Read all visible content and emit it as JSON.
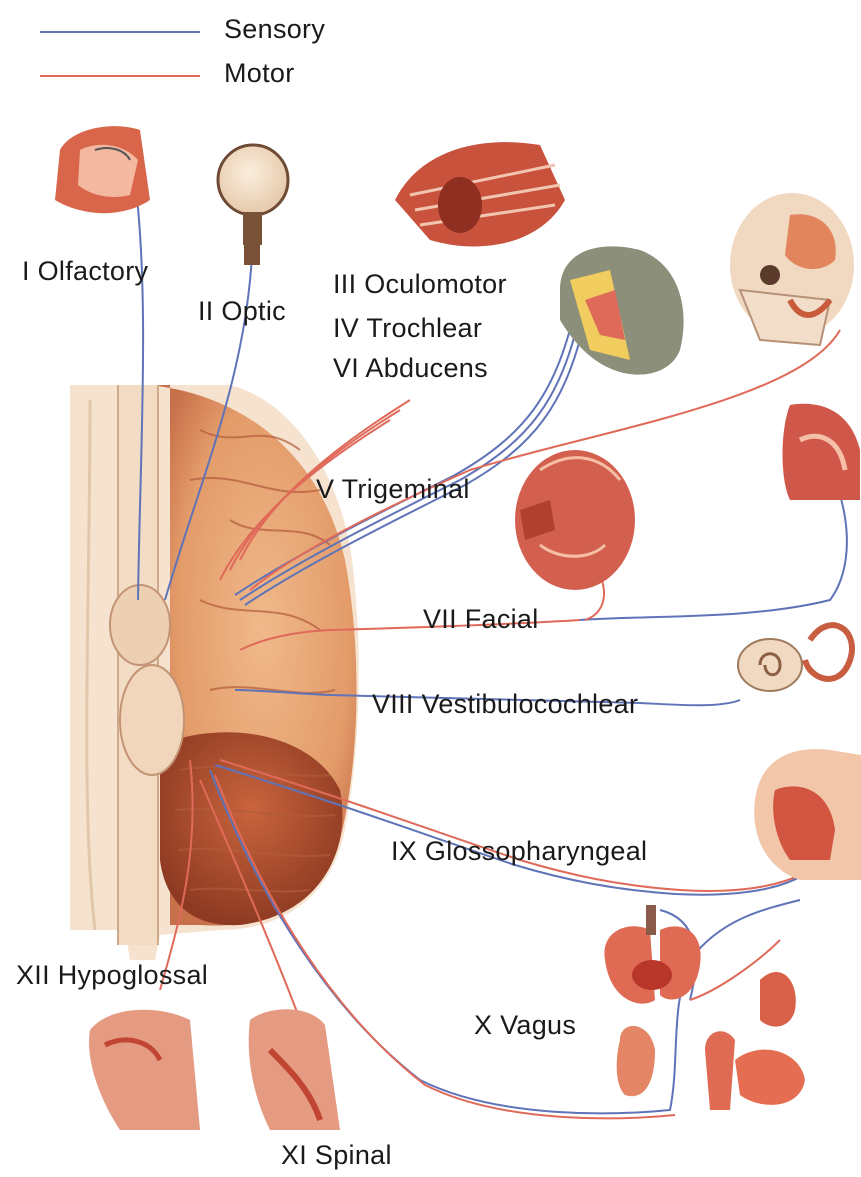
{
  "legend": {
    "sensory": {
      "label": "Sensory",
      "color": "#5f74b8"
    },
    "motor": {
      "label": "Motor",
      "color": "#e06a5a"
    }
  },
  "nerves": {
    "olfactory": "I Olfactory",
    "optic": "II Optic",
    "oculomotor": "III Oculomotor",
    "trochlear": "IV Trochlear",
    "abducens": "VI Abducens",
    "trigeminal": "V Trigeminal",
    "facial": "VII Facial",
    "vestibulocochlear": "VIII Vestibulocochlear",
    "glossopharyngeal": "IX Glossopharyngeal",
    "vagus": "X Vagus",
    "spinal": "XI Spinal",
    "hypoglossal": "XII Hypoglossal"
  }
}
